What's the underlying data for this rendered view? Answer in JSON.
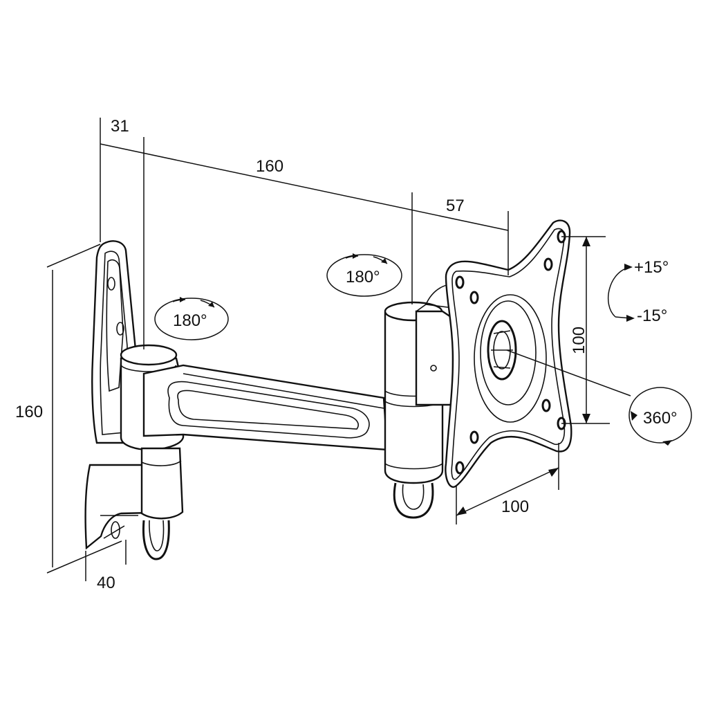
{
  "colors": {
    "ink": "#111111",
    "background": "#ffffff"
  },
  "dimensions": {
    "arm_offset": "31",
    "arm_length": "160",
    "head_offset": "57",
    "plate_height": "160",
    "plate_depth": "40",
    "vesa_vertical": "100",
    "vesa_horizontal": "100"
  },
  "rotations": {
    "wall_pivot": "180°",
    "arm_pivot": "180°",
    "head_rotation": "360°"
  },
  "tilt": {
    "up": "+15°",
    "down": "-15°"
  }
}
